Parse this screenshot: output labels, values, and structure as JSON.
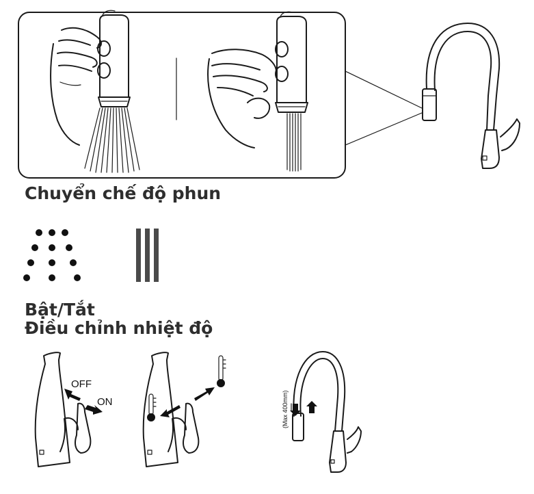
{
  "headings": {
    "spray_mode": "Chuyển chế độ phun",
    "on_off": "Bật/Tắt",
    "temperature": "Điều chỉnh nhiệt độ"
  },
  "labels": {
    "off": "OFF",
    "on": "ON",
    "max_length": "(Max 400mm)"
  },
  "icons": {
    "spray_dots": "spray-dots-icon",
    "stream_lines": "stream-lines-icon",
    "thermometer": "thermometer-icon"
  },
  "colors": {
    "line": "#1a1a1a",
    "text": "#2e2e2e",
    "stream_bars": "#4a4a4a"
  }
}
